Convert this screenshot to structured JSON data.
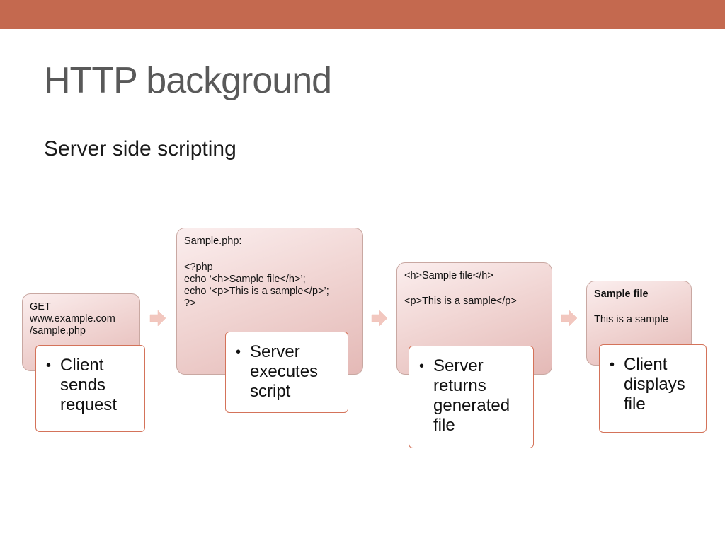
{
  "slide": {
    "title": "HTTP background",
    "subtitle": "Server side scripting"
  },
  "steps": [
    {
      "stage_lines": [
        "GET\nwww.example.com\n/sample.php"
      ],
      "caption": "Client sends request"
    },
    {
      "stage_lines": [
        "Sample.php:",
        "<?php\necho ‘<h>Sample file</h>’;\necho ‘<p>This is a sample</p>’;\n?>"
      ],
      "caption": "Server executes script"
    },
    {
      "stage_lines": [
        "<h>Sample file</h>",
        "<p>This is a sample</p>"
      ],
      "caption": "Server returns generated file"
    },
    {
      "stage_lines": [
        "Sample file",
        "This is a sample"
      ],
      "caption": "Client displays file"
    }
  ],
  "colors": {
    "accent_bar": "#c4694f",
    "stage_fill": "#f1d6d4",
    "card_border": "#d4735a",
    "arrow": "#f2c7bf"
  },
  "icons": {
    "flow_arrow": "chevron-arrow-right"
  }
}
